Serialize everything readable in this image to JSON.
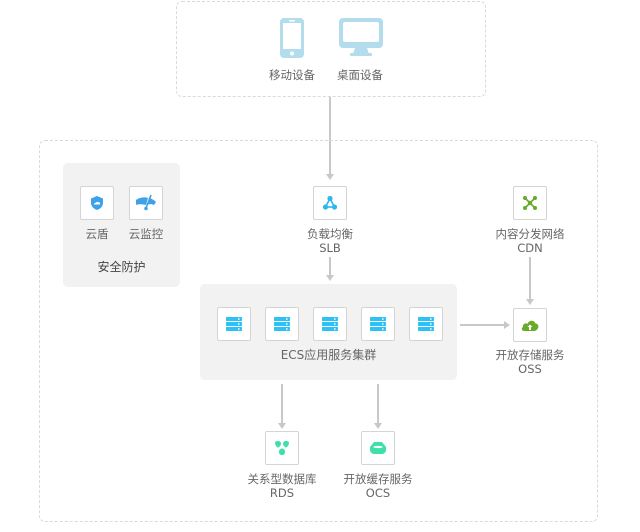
{
  "clients": {
    "mobile": {
      "label": "移动设备",
      "icon": "mobile-phone-icon"
    },
    "desktop": {
      "label": "桌面设备",
      "icon": "desktop-monitor-icon"
    }
  },
  "security": {
    "title": "安全防护",
    "items": [
      {
        "label": "云盾",
        "icon": "shield-icon"
      },
      {
        "label": "云监控",
        "icon": "monitor-gauge-icon"
      }
    ]
  },
  "slb": {
    "label": "负载均衡",
    "sublabel": "SLB",
    "icon": "load-balancer-icon"
  },
  "cdn": {
    "label": "内容分发网络",
    "sublabel": "CDN",
    "icon": "cdn-network-icon"
  },
  "ecs": {
    "label": "ECS应用服务集群",
    "server_count": 5,
    "icon": "server-icon"
  },
  "oss": {
    "label": "开放存储服务",
    "sublabel": "OSS",
    "icon": "cloud-upload-icon"
  },
  "rds": {
    "label": "关系型数据库",
    "sublabel": "RDS",
    "icon": "database-icon"
  },
  "ocs": {
    "label": "开放缓存服务",
    "sublabel": "OCS",
    "icon": "cache-icon"
  },
  "colors": {
    "client_icon": "#b3dcec",
    "security_icon": "#3fa2e8",
    "slb_icon": "#2bb8f0",
    "server_icon": "#2bc2f5",
    "green_icon": "#6aaa2a",
    "teal_icon": "#3ee0a8"
  }
}
